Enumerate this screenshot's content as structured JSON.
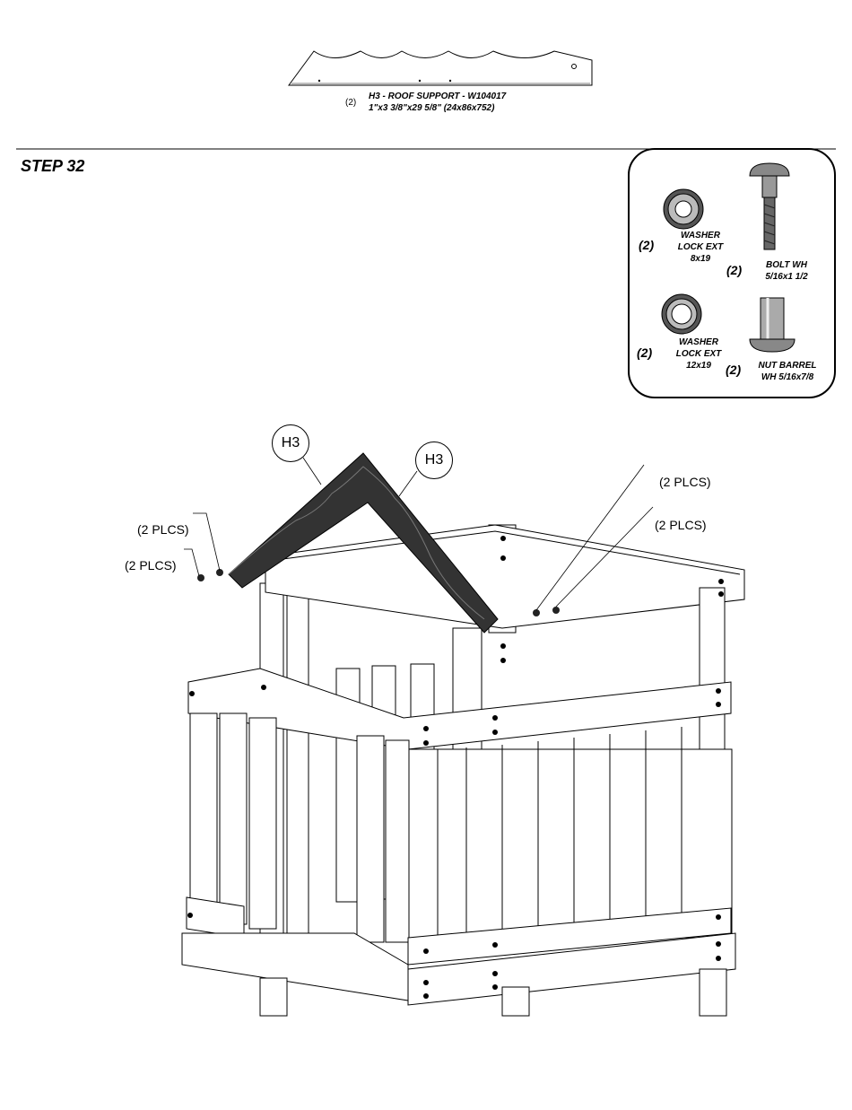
{
  "part": {
    "qty": "(2)",
    "name": "H3 - ROOF SUPPORT - W104017",
    "dims": "1\"x3 3/8\"x29 5/8\" (24x86x752)"
  },
  "step": {
    "title": "STEP 32"
  },
  "hardware": [
    {
      "qty": "(2)",
      "line1": "WASHER",
      "line2": "LOCK EXT",
      "line3": "8x19"
    },
    {
      "qty": "(2)",
      "line1": "BOLT WH",
      "line2": "5/16x1 1/2"
    },
    {
      "qty": "(2)",
      "line1": "WASHER",
      "line2": "LOCK EXT",
      "line3": "12x19"
    },
    {
      "qty": "(2)",
      "line1": "NUT BARREL",
      "line2": "WH 5/16x7/8"
    }
  ],
  "callouts": {
    "left": "H3",
    "right": "H3"
  },
  "plcs": [
    "(2 PLCS)",
    "(2 PLCS)",
    "(2 PLCS)",
    "(2 PLCS)"
  ]
}
